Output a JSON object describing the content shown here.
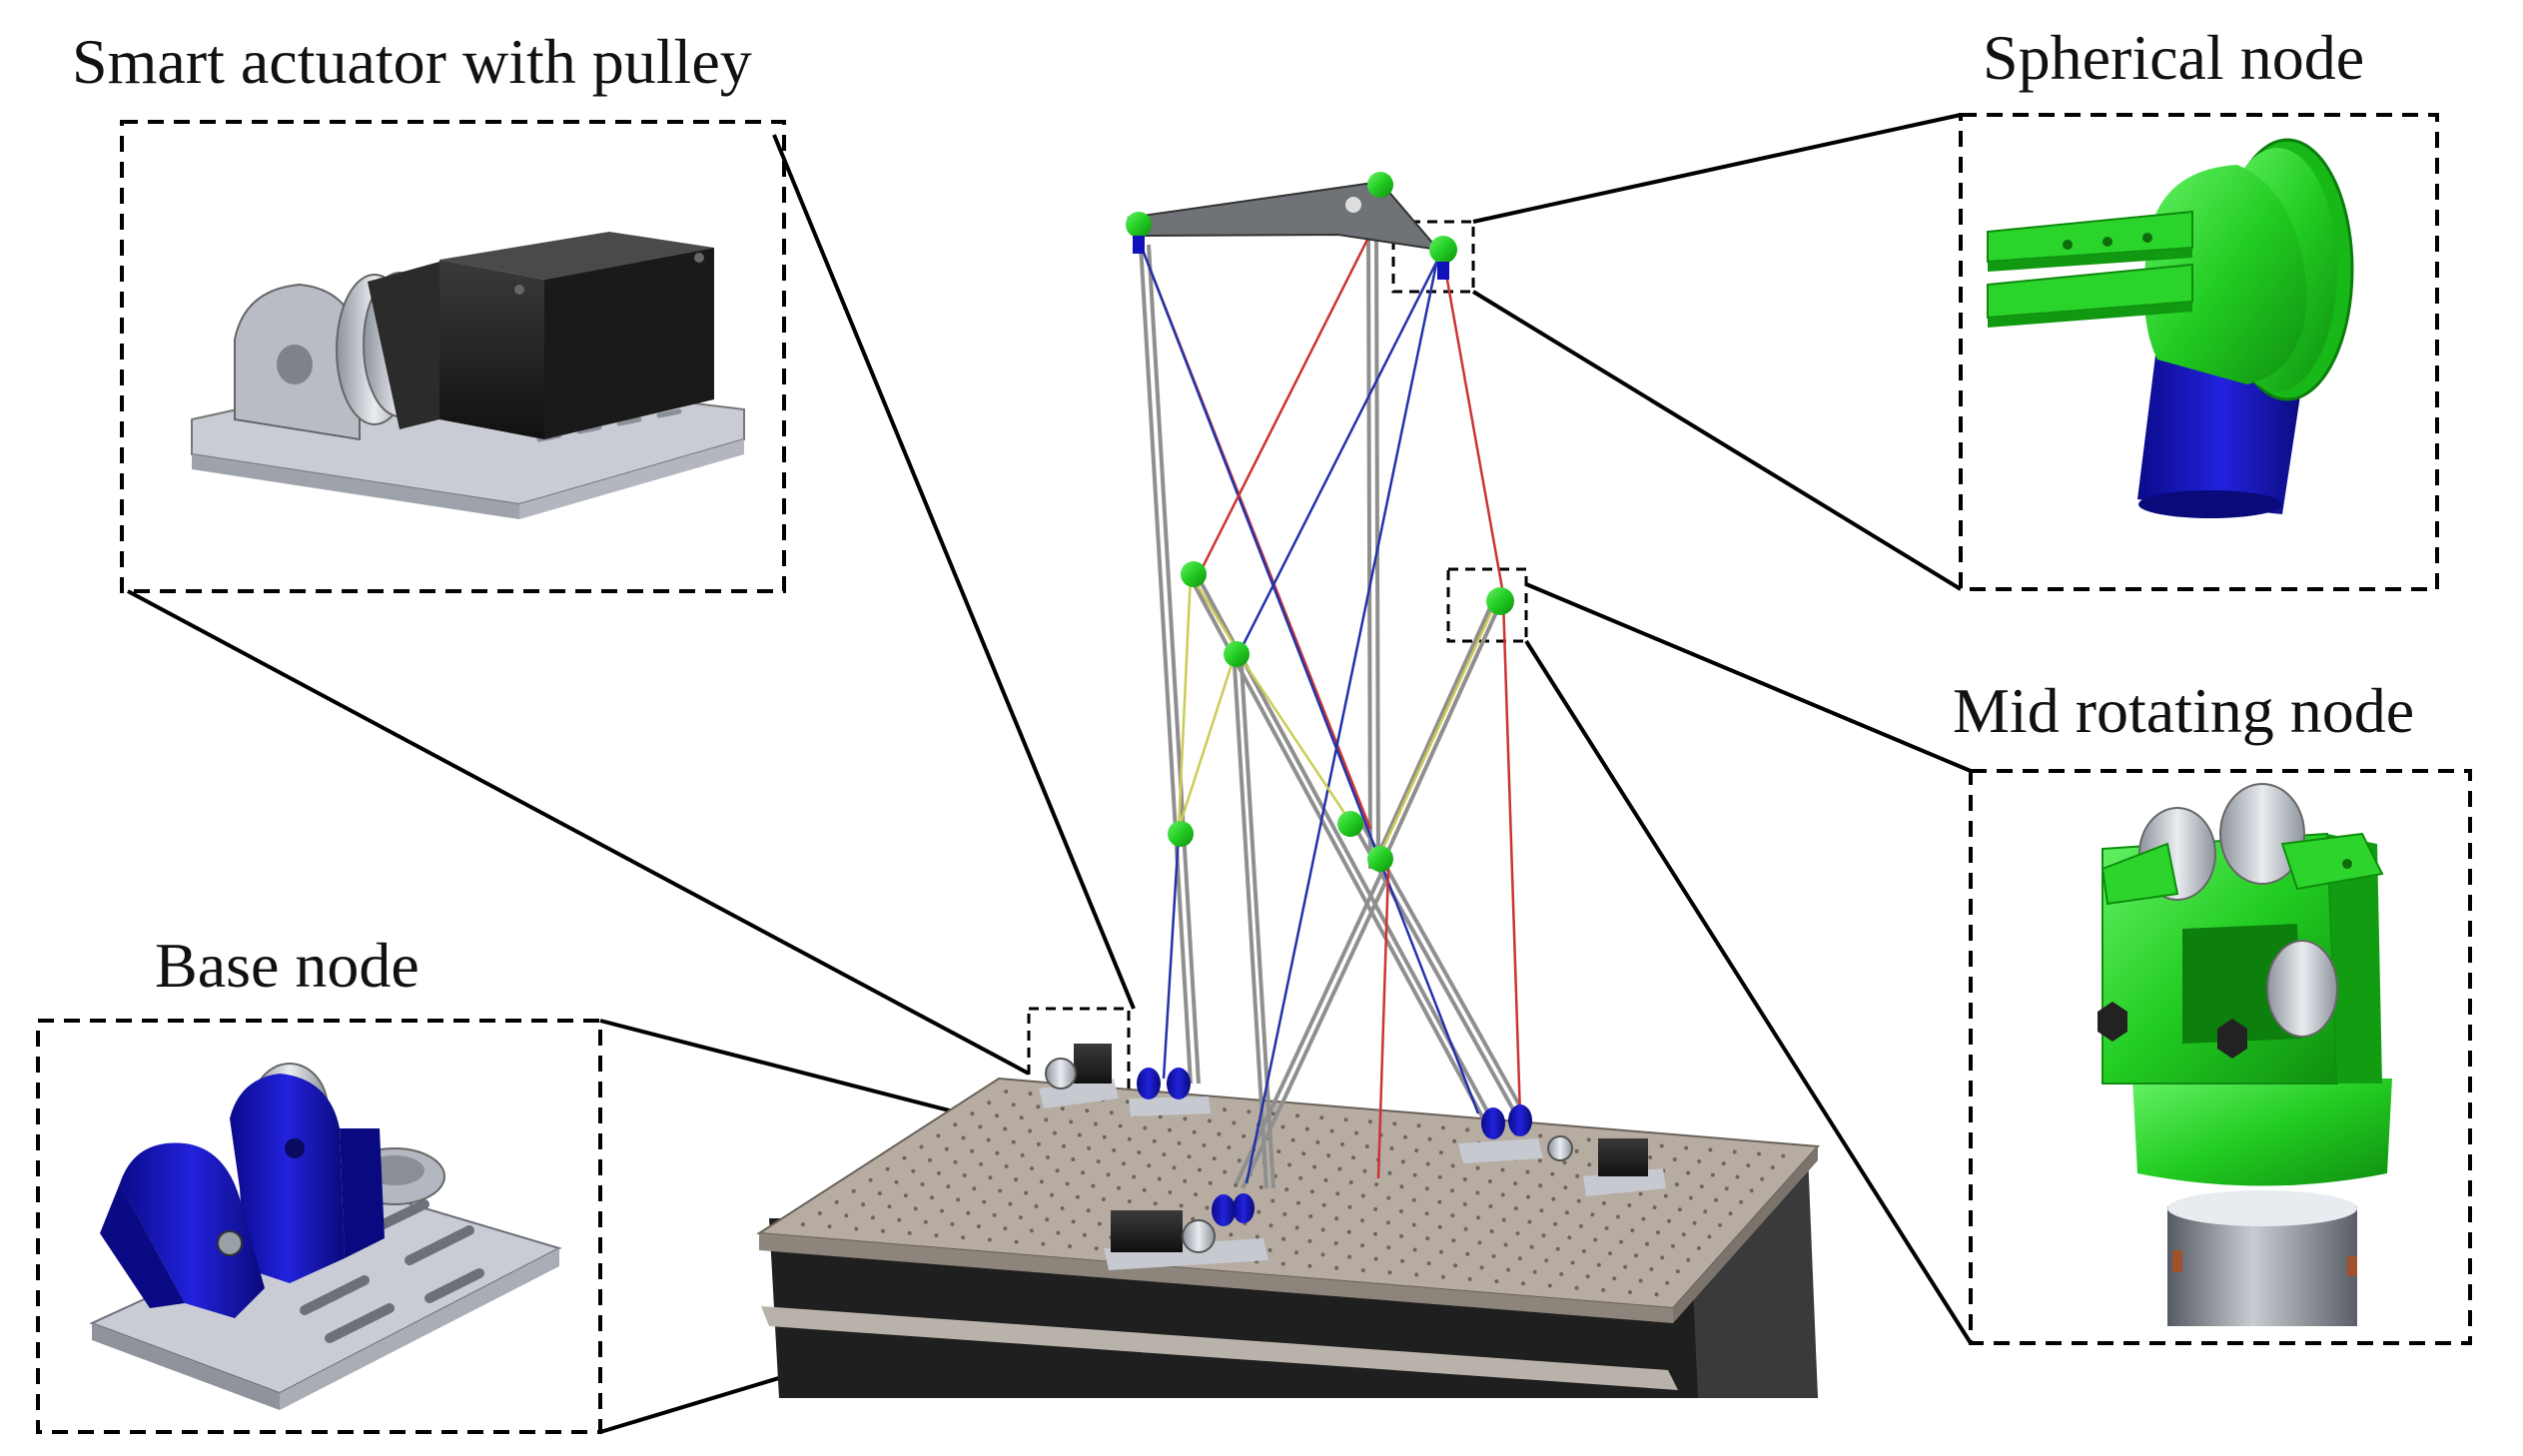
{
  "labels": {
    "smart_actuator": "Smart actuator with pulley",
    "spherical_node": "Spherical node",
    "mid_rotating_node": "Mid rotating node",
    "base_node": "Base node"
  },
  "colors": {
    "node_green": "#22cc22",
    "node_blue": "#1111bb",
    "motor_black": "#1c1c1c",
    "bracket_gray": "#c9ccd4",
    "table_top": "#b8aea4",
    "table_side": "#2a2a2a",
    "strut_gray": "#9a9a9a",
    "cable_red": "#cc3333",
    "cable_blue": "#2233aa",
    "cable_yellow": "#cccc55",
    "callout_line": "#000000"
  },
  "icons": {
    "smart_actuator": "motor-with-pulley-render",
    "spherical_node": "spherical-joint-render",
    "mid_rotating_node": "pulley-clevis-render",
    "base_node": "base-bracket-render"
  }
}
